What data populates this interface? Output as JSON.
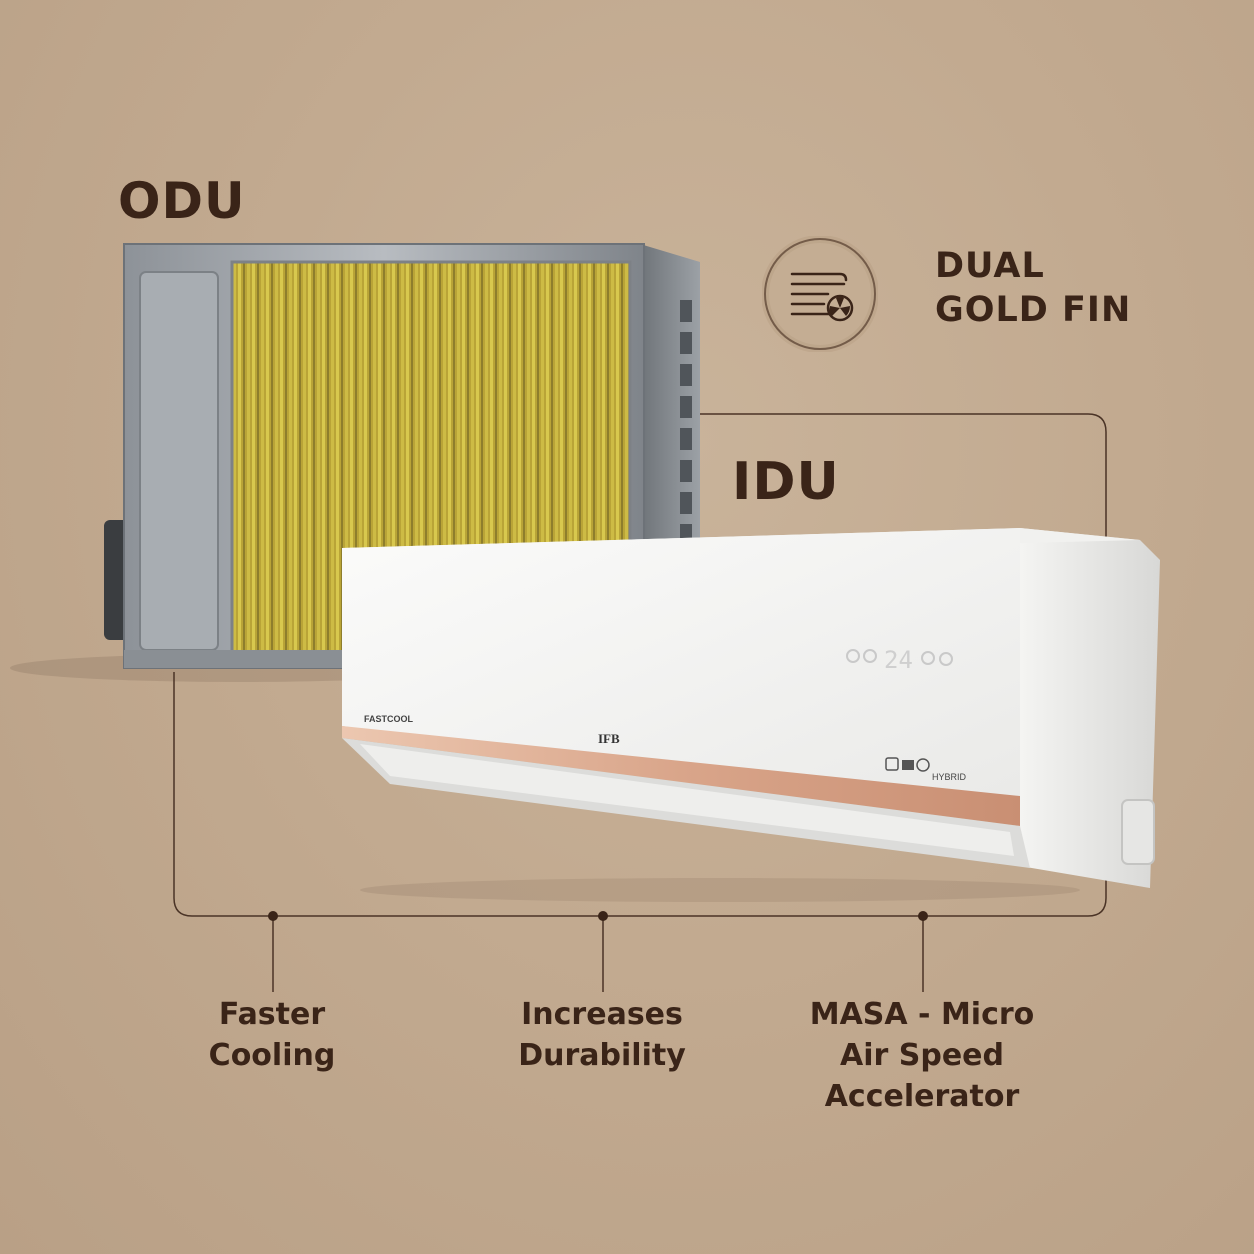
{
  "odu": {
    "title": "ODU"
  },
  "idu": {
    "title": "IDU",
    "display_temp": "24",
    "badge_left": "FASTCOOL",
    "badge_center": "IFB",
    "badge_right": "HYBRID"
  },
  "feature_highlight": {
    "line1": "DUAL",
    "line2": "GOLD FIN",
    "icon": "coil-fan-icon"
  },
  "features": [
    {
      "line1": "Faster",
      "line2": "Cooling"
    },
    {
      "line1": "Increases",
      "line2": "Durability"
    },
    {
      "line1": "MASA - Micro",
      "line2": "Air Speed",
      "line3": "Accelerator"
    }
  ],
  "colors": {
    "heading": "#3a2418",
    "gold_strip": "#d9a58a",
    "coil": "#c9b43a"
  }
}
